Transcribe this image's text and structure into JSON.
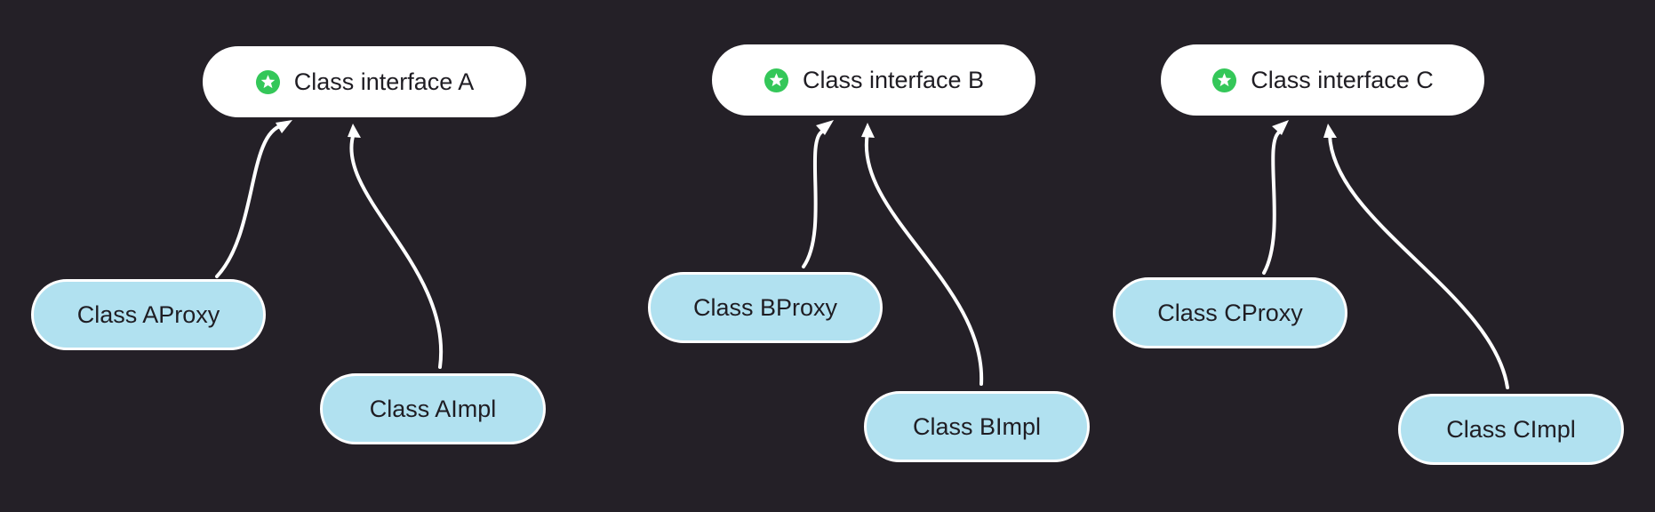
{
  "colors": {
    "background": "#242027",
    "interface_fill": "#ffffff",
    "class_fill": "#b1e1f0",
    "class_border": "#ffffff",
    "edge": "#ffffff",
    "star_badge": "#34c759",
    "text": "#1f1d23"
  },
  "nodes": {
    "interface_a": {
      "label": "Class interface A",
      "icon": "star-badge-icon"
    },
    "interface_b": {
      "label": "Class interface B",
      "icon": "star-badge-icon"
    },
    "interface_c": {
      "label": "Class interface C",
      "icon": "star-badge-icon"
    },
    "proxy_a": {
      "label": "Class AProxy"
    },
    "impl_a": {
      "label": "Class AImpl"
    },
    "proxy_b": {
      "label": "Class BProxy"
    },
    "impl_b": {
      "label": "Class BImpl"
    },
    "proxy_c": {
      "label": "Class CProxy"
    },
    "impl_c": {
      "label": "Class CImpl"
    }
  },
  "edges": [
    {
      "from": "proxy_a",
      "to": "interface_a"
    },
    {
      "from": "impl_a",
      "to": "interface_a"
    },
    {
      "from": "proxy_b",
      "to": "interface_b"
    },
    {
      "from": "impl_b",
      "to": "interface_b"
    },
    {
      "from": "proxy_c",
      "to": "interface_c"
    },
    {
      "from": "impl_c",
      "to": "interface_c"
    }
  ]
}
